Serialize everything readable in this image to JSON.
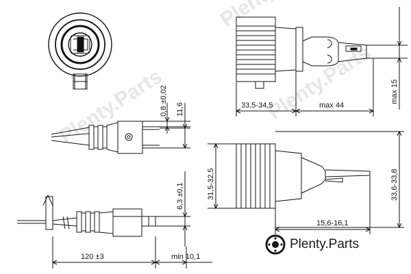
{
  "watermark": {
    "text": "Plenty.Parts"
  },
  "brand": {
    "name": "Plenty",
    "suffix": ".Parts"
  },
  "dimensions": {
    "d_0_8": "0,8 ±0,02",
    "d_11_6": "11,6",
    "d_6_3": "6,3 ±0,1",
    "d_120": "120 ±3",
    "d_min10": "min 10,1",
    "d_33_5": "33,5-34,5",
    "d_max44": "max 44",
    "d_max15": "max 15",
    "d_31_5": "31,5-32,5",
    "d_33_6": "33,6-33,8",
    "d_15_6": "15,6-16,1"
  }
}
